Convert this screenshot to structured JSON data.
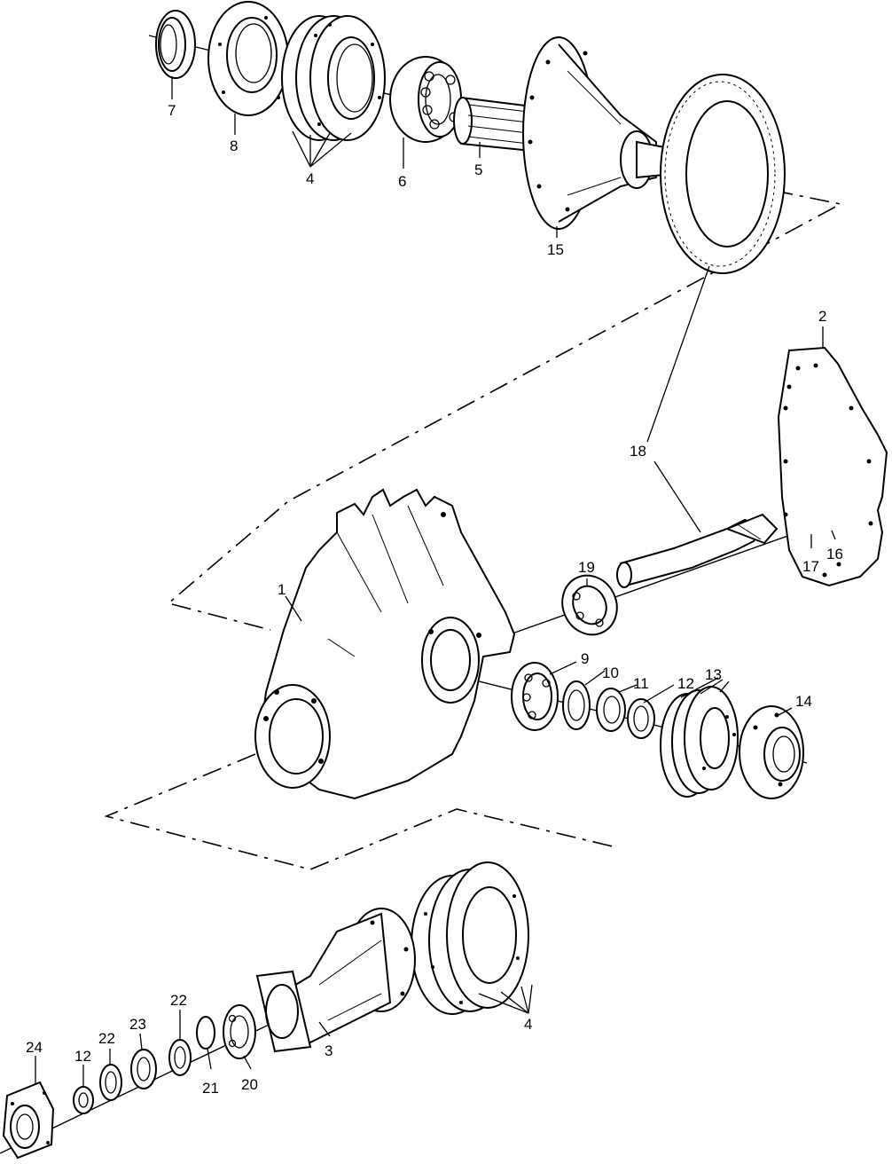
{
  "callouts": {
    "c1": "1",
    "c2": "2",
    "c3": "3",
    "c4_top": "4",
    "c4_bottom": "4",
    "c5": "5",
    "c6": "6",
    "c7": "7",
    "c8": "8",
    "c9": "9",
    "c10": "10",
    "c11": "11",
    "c12_mid": "12",
    "c12_bottom": "12",
    "c13": "13",
    "c14": "14",
    "c15": "15",
    "c16": "16",
    "c17": "17",
    "c18": "18",
    "c19": "19",
    "c20": "20",
    "c21": "21",
    "c22_a": "22",
    "c22_b": "22",
    "c23": "23",
    "c24": "24"
  }
}
